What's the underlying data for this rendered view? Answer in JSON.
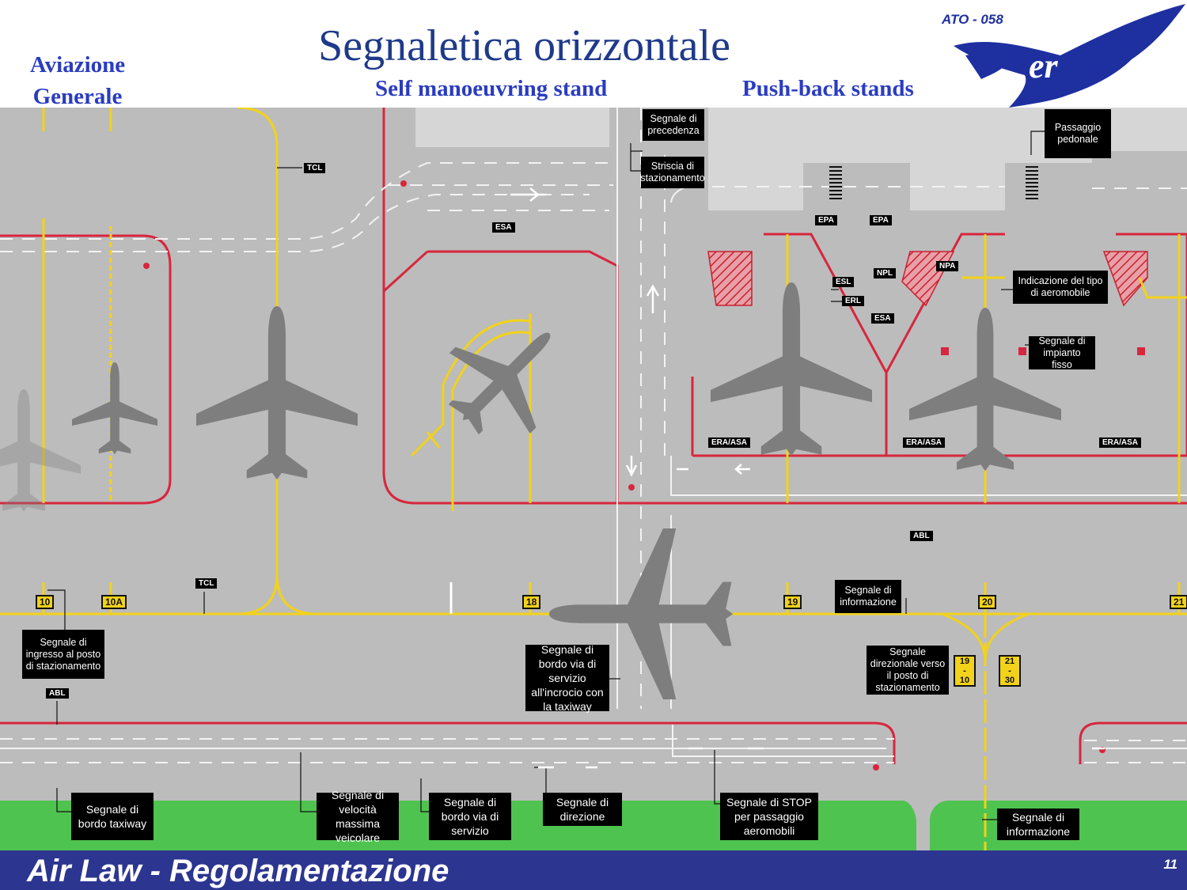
{
  "header": {
    "title": "Segnaletica orizzontale",
    "subtitle_general": "Aviazione Generale",
    "subtitle_self": "Self manoeuvring stand",
    "subtitle_push": "Push-back stands",
    "logo_text": "ATO - 058",
    "logo_letters": "er"
  },
  "labels": {
    "precedenza": "Segnale di precedenza",
    "striscia": "Striscia di stazionamento",
    "passaggio": "Passaggio pedonale",
    "indicazione": "Indicazione del tipo di aeromobile",
    "impianto": "Segnale di impianto fisso",
    "informazione_top": "Segnale di informazione",
    "ingresso": "Segnale di ingresso al posto di stazionamento",
    "bordo_servizio_incrocio": "Segnale di bordo via di servizio all'incrocio con la taxiway",
    "direzionale": "Segnale direzionale verso il posto di stazionamento",
    "bordo_taxiway": "Segnale di bordo taxiway",
    "velocita": "Segnale di velocità massima veicolare",
    "bordo_servizio": "Segnale di bordo via di servizio",
    "direzione": "Segnale di direzione",
    "stop": "Segnale di STOP per passaggio aeromobili",
    "informazione_bottom": "Segnale di informazione"
  },
  "tags": {
    "tcl_top": "TCL",
    "tcl_bottom": "TCL",
    "esa_top": "ESA",
    "esa_mid": "ESA",
    "epa_1": "EPA",
    "epa_2": "EPA",
    "npa": "NPA",
    "npl": "NPL",
    "esl": "ESL",
    "erl": "ERL",
    "era_1": "ERA/ASA",
    "era_2": "ERA/ASA",
    "era_3": "ERA/ASA",
    "abl_right": "ABL",
    "abl_left": "ABL"
  },
  "stands": {
    "s10": "10",
    "s10a": "10A",
    "s18": "18",
    "s19": "19",
    "s20": "20",
    "s21": "21",
    "dir_left": "19 - 10",
    "dir_right": "21 - 30"
  },
  "footer": {
    "title": "Air Law - Regolamentazione",
    "page": "11"
  },
  "colors": {
    "apron": "#bcbcbc",
    "building": "#d6d6d6",
    "grass": "#4fc34f",
    "yellow": "#f2d21a",
    "red": "#d7263d",
    "aircraft": "#7e7e7e",
    "title_blue": "#1f3a8a",
    "subtitle_blue": "#2a3cc0",
    "footer_blue": "#2c3590"
  }
}
